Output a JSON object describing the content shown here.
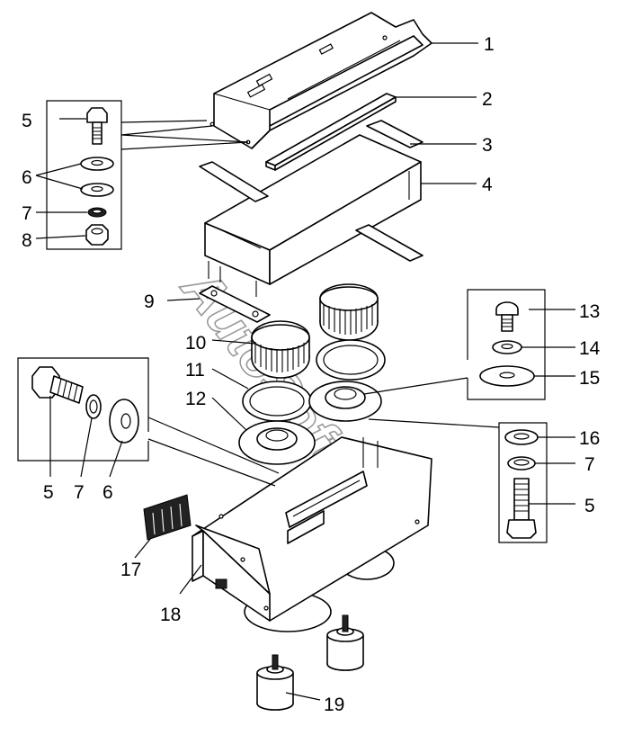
{
  "labels": [
    "1",
    "2",
    "3",
    "4",
    "5",
    "6",
    "7",
    "8",
    "9",
    "10",
    "11",
    "12",
    "13",
    "14",
    "15",
    "16",
    "17",
    "18",
    "19"
  ],
  "watermark": "AutoSoft"
}
